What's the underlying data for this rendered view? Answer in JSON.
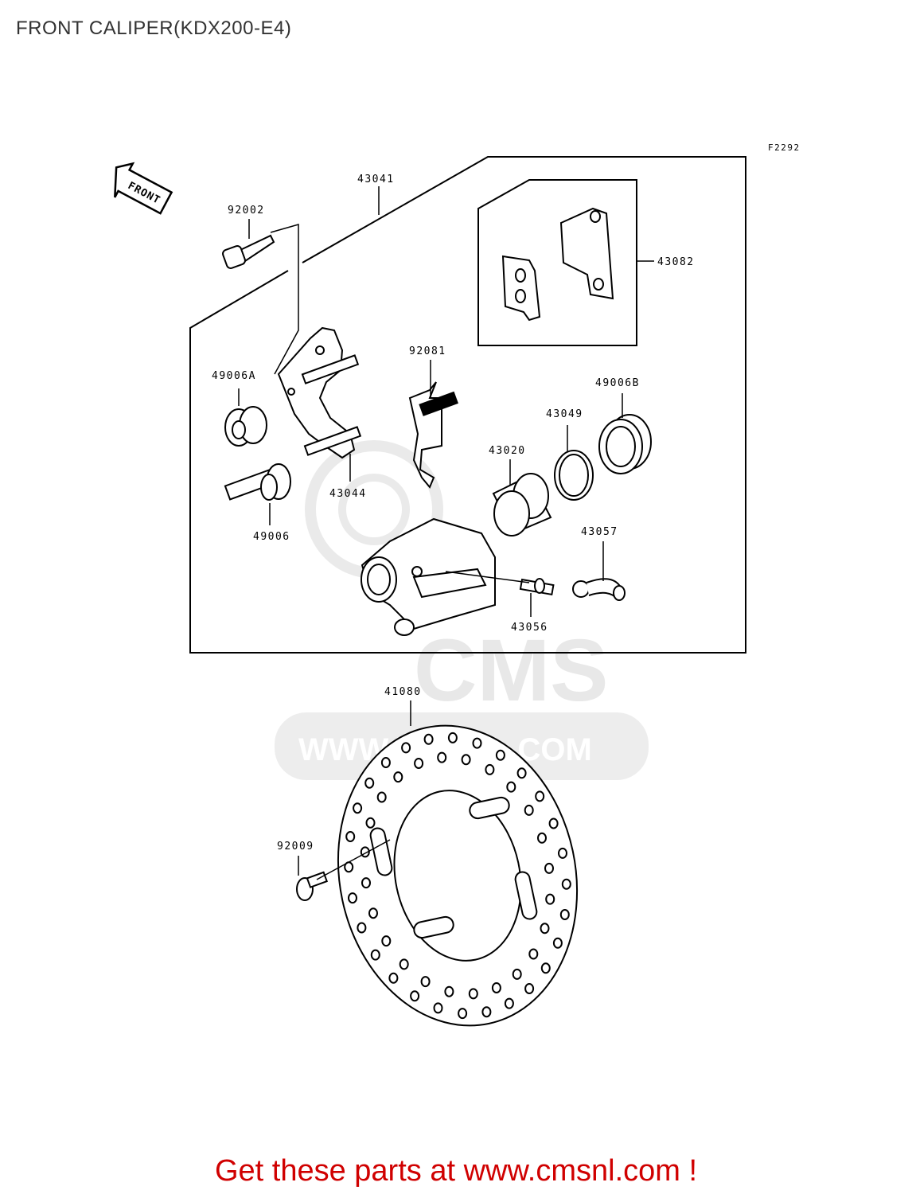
{
  "title": "FRONT CALIPER(KDX200-E4)",
  "figure_ref": "F2292",
  "front_arrow_label": "FRONT",
  "watermark": {
    "brand": "CMS",
    "url": "WWW.CMSNL.COM"
  },
  "parts": {
    "p43041": "43041",
    "p43082": "43082",
    "p92002": "92002",
    "p92081": "92081",
    "p49006A": "49006A",
    "p49006B": "49006B",
    "p43049": "43049",
    "p43020": "43020",
    "p43044": "43044",
    "p49006": "49006",
    "p43057": "43057",
    "p43056": "43056",
    "p41080": "41080",
    "p92009": "92009"
  },
  "footer": "Get these parts at www.cmsnl.com !",
  "colors": {
    "footer": "#d00000",
    "line": "#000000",
    "watermark": "#e6e6e6"
  }
}
